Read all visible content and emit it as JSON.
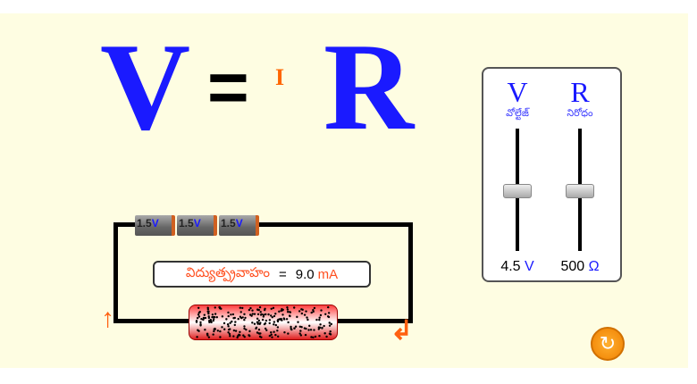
{
  "equation": {
    "V": "V",
    "equals": "=",
    "I": "I",
    "R": "R"
  },
  "sliders": [
    {
      "symbol": "V",
      "label": "వోల్టేజ్",
      "value": "4.5",
      "unit": "V",
      "fraction": 0.5
    },
    {
      "symbol": "R",
      "label": "నిరోధం",
      "value": "500",
      "unit": "Ω",
      "fraction": 0.5
    }
  ],
  "batteries": [
    {
      "value": "1.5",
      "unit": "V"
    },
    {
      "value": "1.5",
      "unit": "V"
    },
    {
      "value": "1.5",
      "unit": "V"
    }
  ],
  "current": {
    "label": "విద్యుత్ప్రవాహం",
    "equals": "=",
    "value": "9.0",
    "unit": "mA"
  },
  "icons": {
    "reset": "reset-icon",
    "current_arrow": "arrow-icon"
  },
  "colors": {
    "accent": "#1a1aff",
    "orange": "#ff6010",
    "background": "#fefde2"
  }
}
